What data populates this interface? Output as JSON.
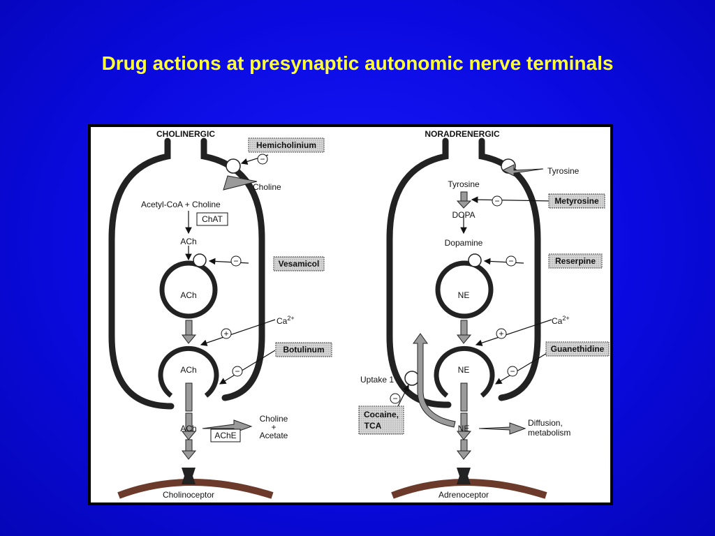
{
  "slide": {
    "title": "Drug actions at presynaptic autonomic nerve terminals",
    "background_color": "#0a0ae0",
    "title_color": "#ffff33"
  },
  "diagram": {
    "cholinergic": {
      "header": "CHOLINERGIC",
      "drugs": {
        "hemicholinium": "Hemicholinium",
        "vesamicol": "Vesamicol",
        "botulinum": "Botulinum"
      },
      "labels": {
        "choline_in": "Choline",
        "acetyl_coa_choline": "Acetyl-CoA + Choline",
        "chat": "ChAT",
        "ach_cytoplasm": "ACh",
        "ach_vesicle": "ACh",
        "ca": "Ca",
        "ca_sup": "2+",
        "ach_release": "ACh",
        "ach_cleft": "ACh",
        "ache": "AChE",
        "products_1": "Choline",
        "products_2": "+",
        "products_3": "Acetate",
        "receptor": "Cholinoceptor"
      }
    },
    "noradrenergic": {
      "header": "NORADRENERGIC",
      "drugs": {
        "metyrosine": "Metyrosine",
        "reserpine": "Reserpine",
        "guanethidine": "Guanethidine",
        "cocaine_1": "Cocaine,",
        "cocaine_2": "TCA"
      },
      "labels": {
        "tyrosine_out": "Tyrosine",
        "tyrosine_in": "Tyrosine",
        "dopa": "DOPA",
        "dopamine": "Dopamine",
        "ne_vesicle": "NE",
        "ca": "Ca",
        "ca_sup": "2+",
        "ne_release": "NE",
        "uptake": "Uptake 1",
        "ne_cleft": "NE",
        "diffusion_1": "Diffusion,",
        "diffusion_2": "metabolism",
        "receptor": "Adrenoceptor"
      }
    },
    "symbols": {
      "minus": "−",
      "plus": "+"
    }
  }
}
